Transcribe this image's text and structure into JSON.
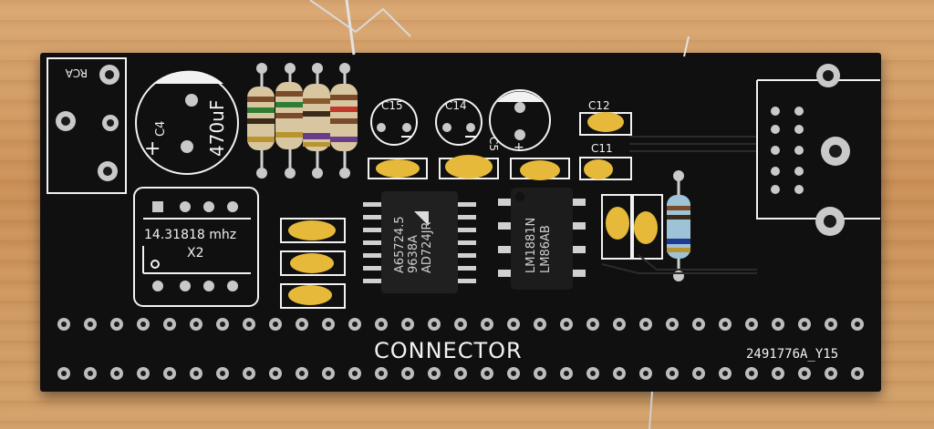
{
  "board": {
    "label_rca": "RCA",
    "label_connector": "CONNECTOR",
    "part_number": "2491776A_Y15",
    "label_c4": "C4",
    "label_c4_value": "470uF",
    "label_c5": "C5",
    "label_c11": "C11",
    "label_c12": "C12",
    "label_c14": "C14",
    "label_c15": "C15",
    "oscillator_freq": "14.31818 mhz",
    "oscillator_mult": "X2"
  },
  "chips": {
    "u1_line1": "AD724JR",
    "u1_line2": "9638A",
    "u1_line3": "A65724.5",
    "u2_line1": "LM86AB",
    "u2_line2": "LM1881N"
  },
  "colors": {
    "pcb": "#101010",
    "silkscreen": "#f2f2f2",
    "pad_gold": "#c9c9c9",
    "ceramic_cap": "#e6b93a",
    "resistor_body": "#d8c6a0"
  }
}
